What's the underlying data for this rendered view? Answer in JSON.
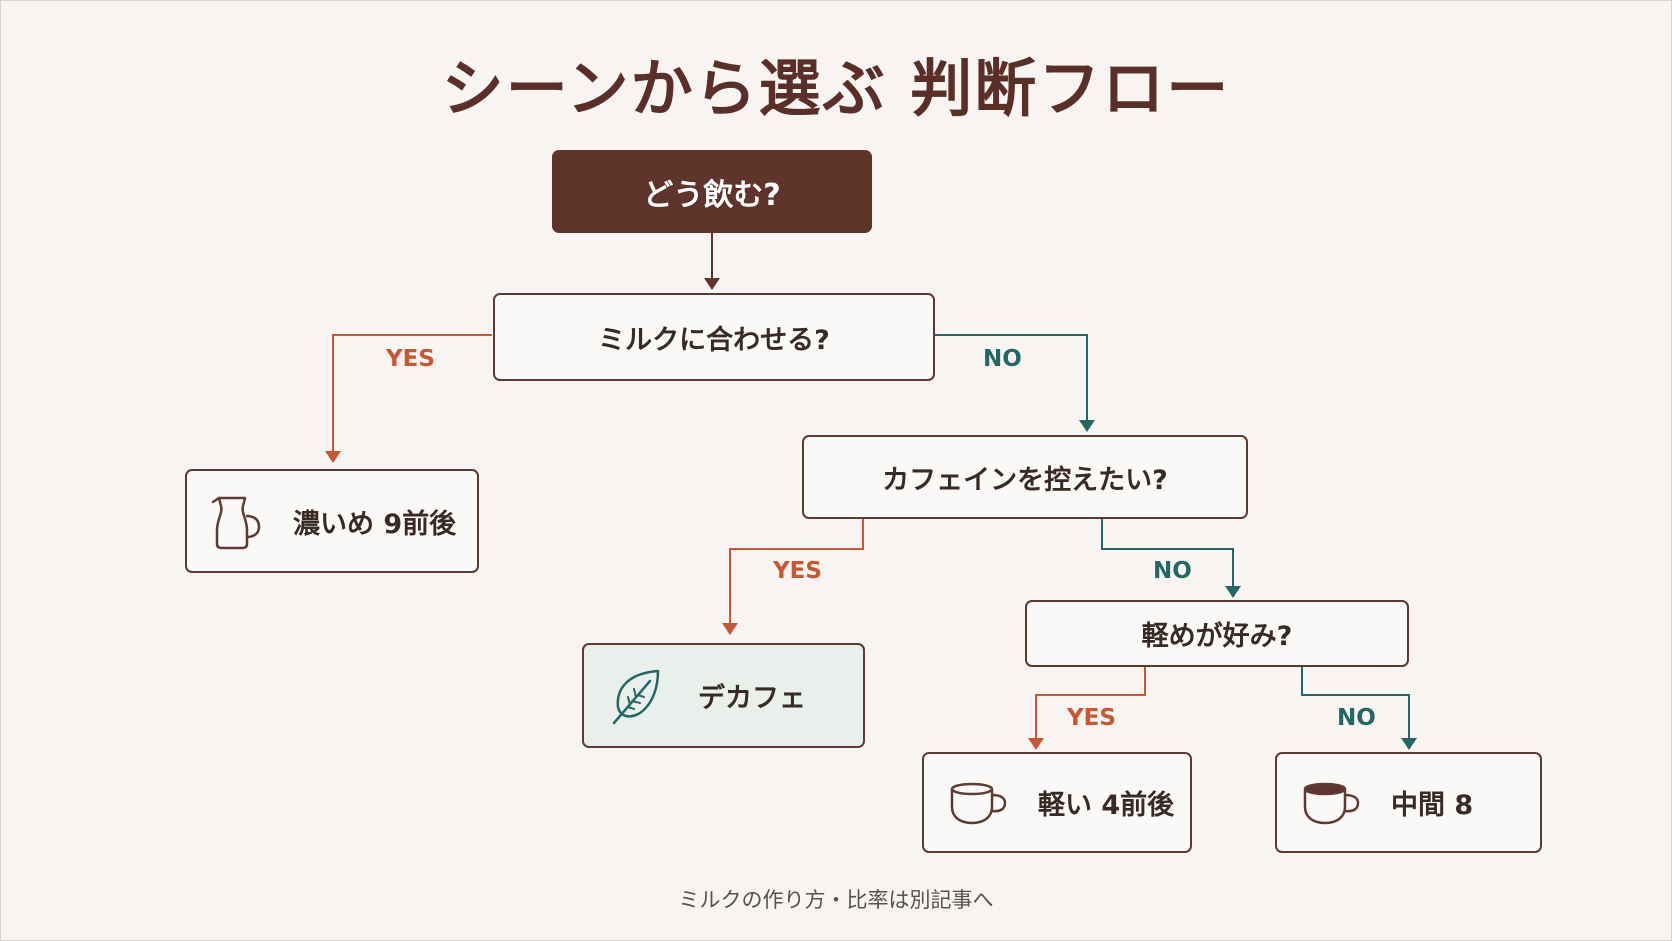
{
  "title": "シーンから選ぶ 判断フロー",
  "start": {
    "label": "どう飲む?"
  },
  "q1": {
    "label": "ミルクに合わせる?",
    "yes_label": "YES",
    "no_label": "NO"
  },
  "q2": {
    "label": "カフェインを控えたい?",
    "yes_label": "YES",
    "no_label": "NO"
  },
  "q3": {
    "label": "軽めが好み?",
    "yes_label": "YES",
    "no_label": "NO"
  },
  "results": {
    "milk": {
      "label": "濃いめ 9前後",
      "icon": "milk-pitcher-icon"
    },
    "decaf": {
      "label": "デカフェ",
      "icon": "leaf-icon"
    },
    "light": {
      "label": "軽い 4前後",
      "icon": "cup-icon"
    },
    "medium": {
      "label": "中間 8",
      "icon": "cup-filled-icon"
    }
  },
  "footer": "ミルクの作り方・比率は別記事へ",
  "colors": {
    "brown": "#5e342b",
    "yes": "#c85732",
    "no": "#236767",
    "decaf_bg": "#e9efea"
  }
}
